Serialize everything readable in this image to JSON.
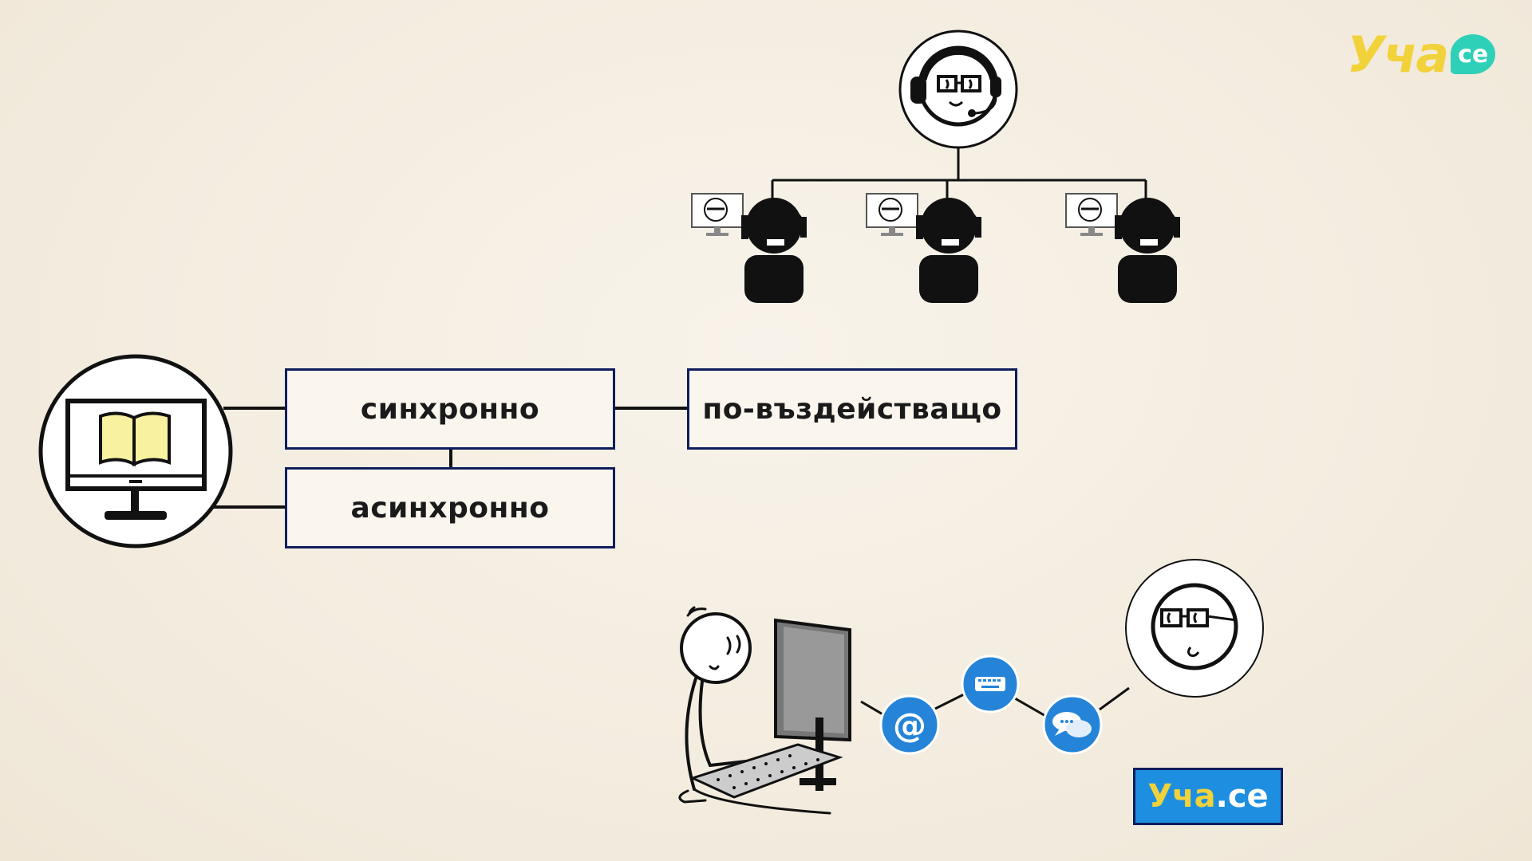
{
  "logo": {
    "main": "Уча",
    "ce": "ce"
  },
  "diagram": {
    "sync_label": "синхронно",
    "async_label": "асинхронно",
    "pov_label": "по-въздействащо"
  },
  "bottom_logo": {
    "main": "Уча",
    "ce": ".ce"
  },
  "icons": {
    "email": "at-icon",
    "keyboard": "keyboard-icon",
    "chat": "chat-bubble-icon"
  },
  "colors": {
    "box_border": "#0f1d5c",
    "accent_blue": "#1e8fe0",
    "logo_yellow": "#f2d23a",
    "logo_teal": "#2fd0b8",
    "book_yellow": "#f8f1a0"
  }
}
